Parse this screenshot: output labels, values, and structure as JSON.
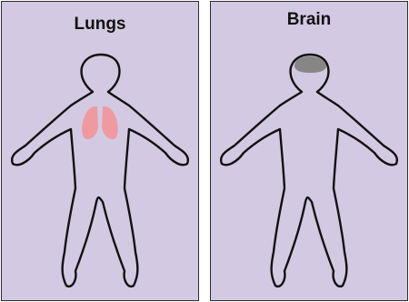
{
  "colors": {
    "panel_background": "#d4c9e2",
    "outline": "#111111",
    "lungs": "#ee9aa0",
    "brain": "#868686"
  },
  "panels": [
    {
      "title": "Lungs",
      "highlighted_organ": "lungs"
    },
    {
      "title": "Brain",
      "highlighted_organ": "brain"
    }
  ]
}
